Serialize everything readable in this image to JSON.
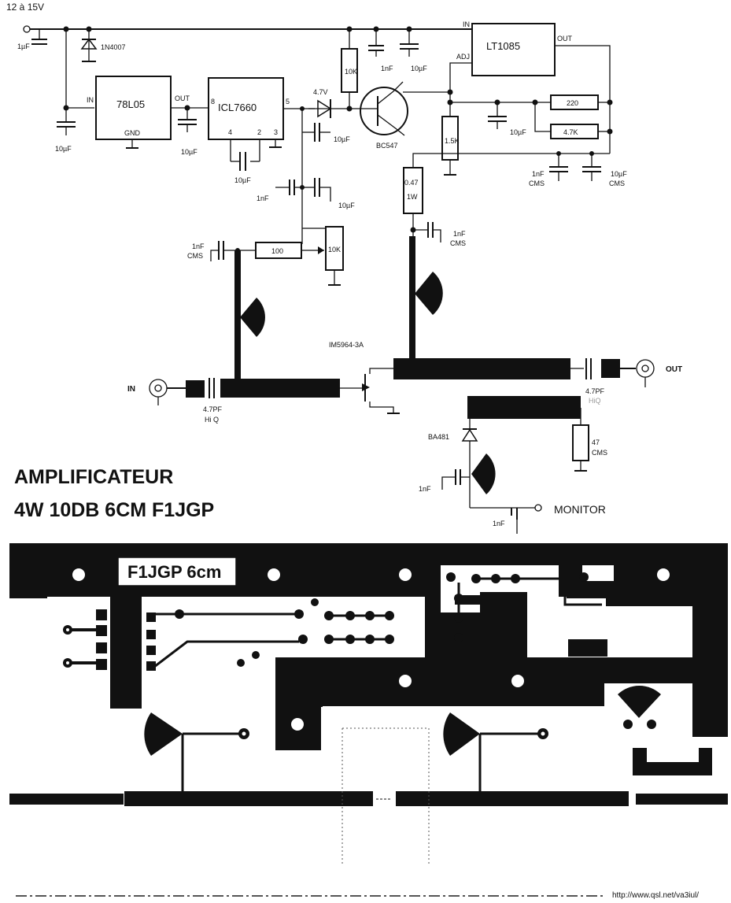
{
  "schematic": {
    "supply_label": "12 à 15V",
    "title_line1": "AMPLIFICATEUR",
    "title_line2": "4W 10DB 6CM F1JGP",
    "components": {
      "diode_1n4007": "1N4007",
      "reg_78l05": "78L05",
      "reg_78l05_in": "IN",
      "reg_78l05_out": "OUT",
      "reg_78l05_gnd": "GND",
      "cap_10uf_a": "10µF",
      "cap_10uf_b": "10µF",
      "cap_in_1uf": "1µF",
      "icl7660": "ICL7660",
      "icl_pin8": "8",
      "icl_pin5": "5",
      "icl_pin4": "4",
      "icl_pin2": "2",
      "icl_pin3": "3",
      "cap_10uf_icl": "10µF",
      "cap_10uf_neg": "10µF",
      "zener": "4.7V",
      "res_10k_top": "10K",
      "cap_1nf_top": "1nF",
      "cap_10uf_top": "10µF",
      "transistor": "BC547",
      "lt1085": "LT1085",
      "lt_in": "IN",
      "lt_out": "OUT",
      "lt_adj": "ADJ",
      "res_220": "220",
      "res_47k": "4.7K",
      "cap_10uf_adj": "10µF",
      "res_15k": "1.5K",
      "cap_1nf_cms_out": "1nF",
      "cap_1nf_cms_out_b": "CMS",
      "cap_10uf_cms_out": "10µF",
      "cap_10uf_cms_out_b": "CMS",
      "res_047": "0.47",
      "res_047_w": "1W",
      "cap_1nf_drain": "1nF",
      "cap_1nf_drain_b": "CMS",
      "cap_1nf_mid": "1nF",
      "cap_10uf_mid": "10µF",
      "pot_10k": "10K",
      "res_100": "100",
      "cap_1nf_gate": "1nF",
      "cap_1nf_gate_b": "CMS",
      "fet": "IM5964-3A",
      "in_label": "IN",
      "out_label": "OUT",
      "cap_in_47pf": "4.7PF",
      "cap_in_47pf_b": "Hi Q",
      "cap_out_47pf": "4.7PF",
      "cap_out_47pf_b": "HiQ",
      "diode_ba481": "BA481",
      "res_47": "47",
      "res_47_b": "CMS",
      "cap_1nf_mon": "1nF",
      "cap_1nf_mon2": "1nF",
      "monitor_label": "MONITOR"
    },
    "colors": {
      "ink": "#111111",
      "paper": "#ffffff"
    }
  },
  "pcb": {
    "label": "F1JGP 6cm"
  },
  "footer": {
    "url": "http://www.qsl.net/va3iul/"
  }
}
